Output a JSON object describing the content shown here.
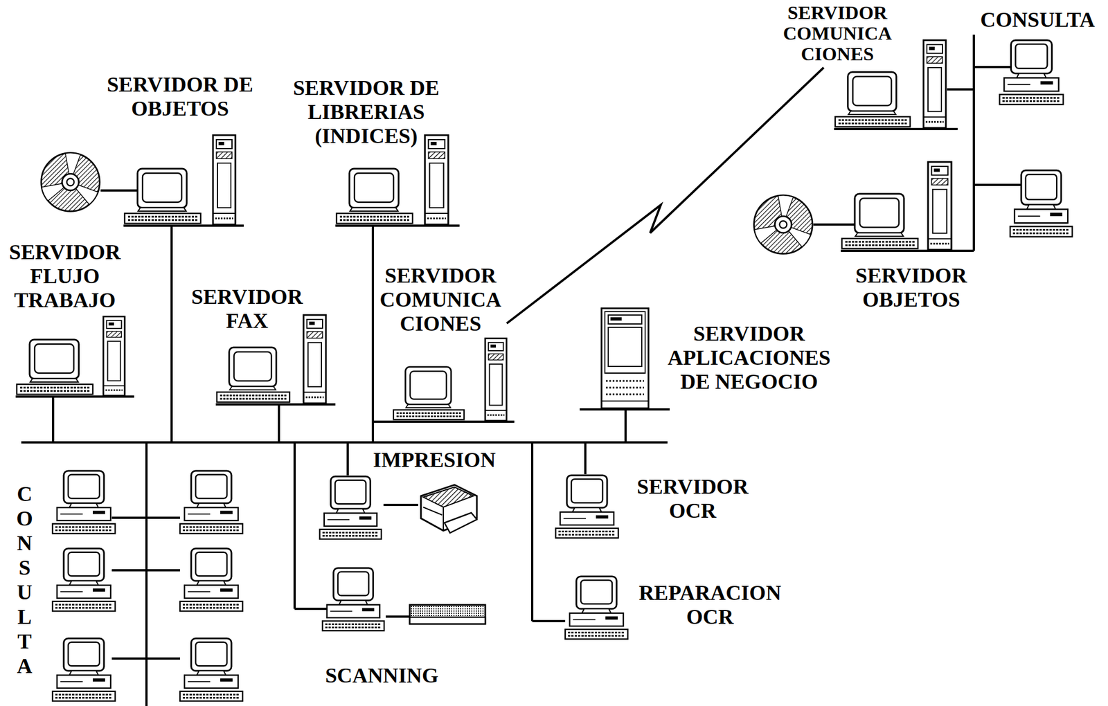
{
  "diagram": {
    "nodes": [
      {
        "text": [
          "SERVIDOR COMUNICA CIONES"
        ]
      },
      {
        "text": [
          "CONSULTA"
        ]
      },
      {
        "text": [
          "SERVIDOR DE OBJETOS"
        ]
      },
      {
        "text": [
          "SERVIDOR DE LIBRERIAS (INDICES)"
        ]
      },
      {
        "text": [
          "SERVIDOR FLUJO TRABAJO"
        ]
      },
      {
        "text": [
          "SERVIDOR FAX"
        ]
      },
      {
        "text": [
          "SERVIDOR COMUNICA CIONES"
        ]
      },
      {
        "text": [
          "SERVIDOR OBJETOS"
        ]
      },
      {
        "text": [
          "SERVIDOR APLICACIONES DE NEGOCIO"
        ]
      },
      {
        "text": [
          "IMPRESION"
        ]
      },
      {
        "text": [
          "SERVIDOR OCR"
        ]
      },
      {
        "text": [
          "CONSULTA"
        ]
      },
      {
        "text": [
          "REPARACION OCR"
        ]
      },
      {
        "text": [
          "SCANNING"
        ]
      }
    ],
    "edges": [
      {
        "from": 6,
        "to": 0,
        "arrow": "none"
      }
    ]
  }
}
